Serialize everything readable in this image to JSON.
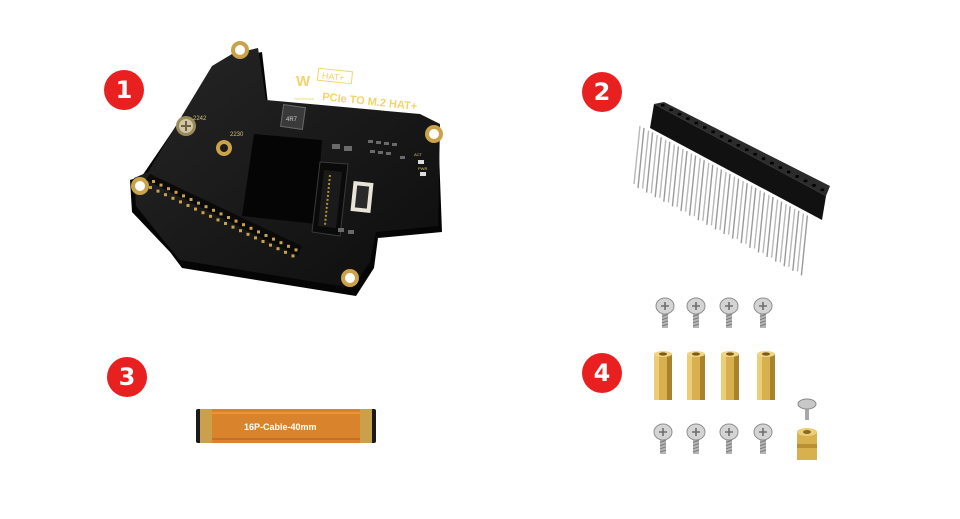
{
  "badges": [
    "1",
    "2",
    "3",
    "4"
  ],
  "board": {
    "brand_mark": "W",
    "hat_tag": "HAT+",
    "title": "PCIe TO M.2 HAT+",
    "brand_text": "Waveshare",
    "size_label_a": "2242",
    "size_label_b": "2230",
    "inductor_code": "4R7",
    "act_label": "ACT",
    "pwr_label": "PWR"
  },
  "cable": {
    "label": "16P-Cable-40mm"
  },
  "colors": {
    "badge": "#e8201f",
    "pcb": "#141414",
    "gold": "#caa24a",
    "cable": "#d9842c",
    "brass": "#d8b14e"
  }
}
